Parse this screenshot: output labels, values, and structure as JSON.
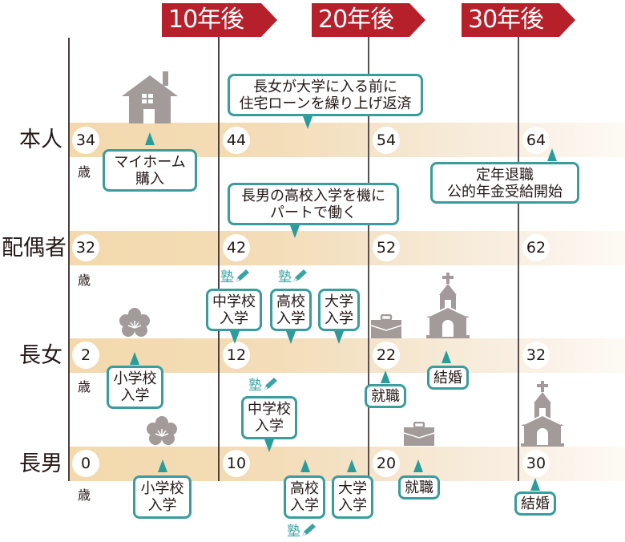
{
  "banners": [
    {
      "label": "10年後",
      "color": "#b5202b"
    },
    {
      "label": "20年後",
      "color": "#b5202b"
    },
    {
      "label": "30年後",
      "color": "#b5202b"
    }
  ],
  "age_unit": "歳",
  "rows": [
    {
      "label": "本人",
      "ages": [
        "34",
        "44",
        "54",
        "64"
      ]
    },
    {
      "label": "配偶者",
      "ages": [
        "32",
        "42",
        "52",
        "62"
      ]
    },
    {
      "label": "長女",
      "ages": [
        "2",
        "12",
        "22",
        "32"
      ]
    },
    {
      "label": "長男",
      "ages": [
        "0",
        "10",
        "20",
        "30"
      ]
    }
  ],
  "events": {
    "honnin_home": {
      "line1": "マイホーム",
      "line2": "購入",
      "icon": "house-icon"
    },
    "honnin_loan": {
      "line1": "長女が大学に入る前に",
      "line2": "住宅ローンを繰り上げ返済"
    },
    "honnin_retire": {
      "line1": "定年退職",
      "line2": "公的年金受給開始"
    },
    "spouse_part": {
      "line1": "長男の高校入学を機に",
      "line2": "パートで働く"
    },
    "daughter_elem": {
      "line1": "小学校",
      "line2": "入学",
      "icon": "sakura-icon"
    },
    "daughter_jhs": {
      "line1": "中学校",
      "line2": "入学"
    },
    "daughter_hs": {
      "line1": "高校",
      "line2": "入学"
    },
    "daughter_univ": {
      "line1": "大学",
      "line2": "入学"
    },
    "daughter_job": {
      "label": "就職",
      "icon": "briefcase-icon"
    },
    "daughter_marriage": {
      "label": "結婚",
      "icon": "church-icon"
    },
    "son_elem": {
      "line1": "小学校",
      "line2": "入学",
      "icon": "sakura-icon"
    },
    "son_jhs": {
      "line1": "中学校",
      "line2": "入学"
    },
    "son_hs": {
      "line1": "高校",
      "line2": "入学"
    },
    "son_univ": {
      "line1": "大学",
      "line2": "入学"
    },
    "son_job": {
      "label": "就職",
      "icon": "briefcase-icon"
    },
    "son_marriage": {
      "label": "結婚",
      "icon": "church-icon"
    }
  },
  "juku_label": "塾",
  "colors": {
    "banner": "#b5202b",
    "accent_teal": "#3a9c9c",
    "band": "#f3d9ad",
    "icon_gray": "#a39a9a"
  }
}
